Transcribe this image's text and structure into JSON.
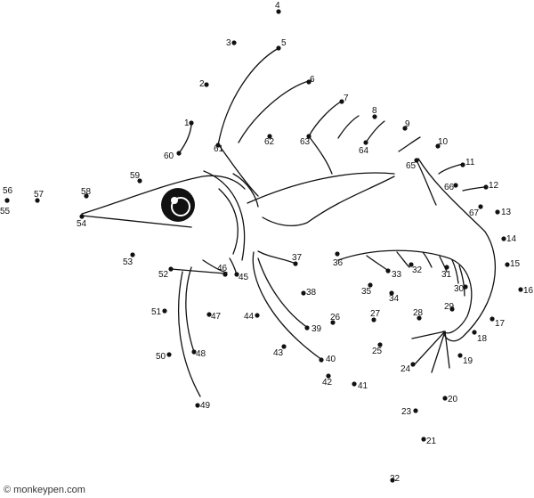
{
  "watermark": "© monkeypen.com",
  "dots": [
    {
      "label": "1"
    },
    {
      "label": "2"
    },
    {
      "label": "3"
    },
    {
      "label": "4"
    },
    {
      "label": "5"
    },
    {
      "label": "6"
    },
    {
      "label": "7"
    },
    {
      "label": "8"
    },
    {
      "label": "9"
    },
    {
      "label": "10"
    },
    {
      "label": "11"
    },
    {
      "label": "12"
    },
    {
      "label": "13"
    },
    {
      "label": "14"
    },
    {
      "label": "15"
    },
    {
      "label": "16"
    },
    {
      "label": "17"
    },
    {
      "label": "18"
    },
    {
      "label": "19"
    },
    {
      "label": "20"
    },
    {
      "label": "21"
    },
    {
      "label": "22"
    },
    {
      "label": "23"
    },
    {
      "label": "24"
    },
    {
      "label": "25"
    },
    {
      "label": "26"
    },
    {
      "label": "27"
    },
    {
      "label": "28"
    },
    {
      "label": "29"
    },
    {
      "label": "30"
    },
    {
      "label": "31"
    },
    {
      "label": "32"
    },
    {
      "label": "33"
    },
    {
      "label": "34"
    },
    {
      "label": "35"
    },
    {
      "label": "36"
    },
    {
      "label": "37"
    },
    {
      "label": "38"
    },
    {
      "label": "39"
    },
    {
      "label": "40"
    },
    {
      "label": "41"
    },
    {
      "label": "42"
    },
    {
      "label": "43"
    },
    {
      "label": "44"
    },
    {
      "label": "45"
    },
    {
      "label": "46"
    },
    {
      "label": "47"
    },
    {
      "label": "48"
    },
    {
      "label": "49"
    },
    {
      "label": "50"
    },
    {
      "label": "51"
    },
    {
      "label": "52"
    },
    {
      "label": "53"
    },
    {
      "label": "54"
    },
    {
      "label": "55"
    },
    {
      "label": "56"
    },
    {
      "label": "57"
    },
    {
      "label": "58"
    },
    {
      "label": "59"
    },
    {
      "label": "60"
    },
    {
      "label": "61"
    },
    {
      "label": "62"
    },
    {
      "label": "63"
    },
    {
      "label": "64"
    },
    {
      "label": "65"
    },
    {
      "label": "66"
    },
    {
      "label": "67"
    }
  ]
}
